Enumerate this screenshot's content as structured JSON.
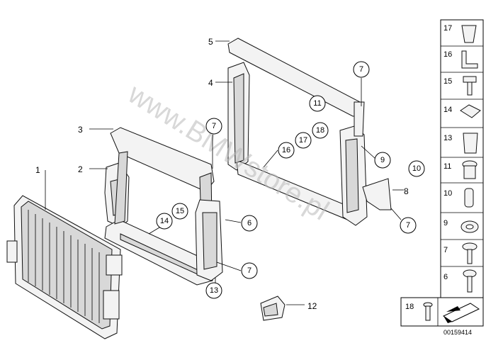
{
  "watermark": "www.BMWstore.pl",
  "diagram_code": "00159414",
  "callouts": {
    "c1": "1",
    "c2": "2",
    "c3": "3",
    "c4": "4",
    "c5": "5",
    "c6": "6",
    "c7a": "7",
    "c7b": "7",
    "c7c": "7",
    "c7d": "7",
    "c8": "8",
    "c9": "9",
    "c10": "10",
    "c11": "11",
    "c12": "12",
    "c13": "13",
    "c14": "14",
    "c15": "15",
    "c16": "16",
    "c17": "17",
    "c18": "18"
  },
  "sidebar": [
    "17",
    "16",
    "15",
    "14",
    "13",
    "11",
    "10",
    "9",
    "7",
    "6"
  ],
  "footer_part": "18"
}
